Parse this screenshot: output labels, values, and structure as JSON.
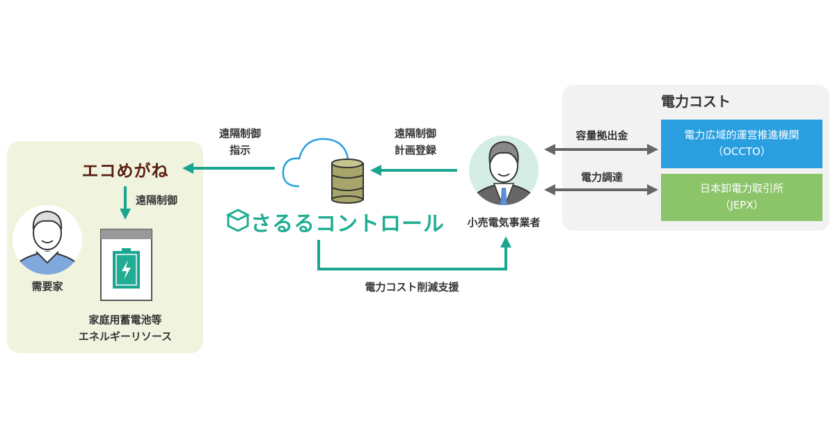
{
  "colors": {
    "teal": "#1aa58f",
    "brand": "#5a1e12",
    "occto": "#2a9fe0",
    "jepx": "#8cc46a",
    "panel_left": "#f0f4df",
    "panel_right": "#f2f2f2"
  },
  "left": {
    "brand": "エコめがね",
    "control_label": "遠隔制御",
    "consumer": "需要家",
    "resource_line1": "家庭用蓄電池等",
    "resource_line2": "エネルギーリソース"
  },
  "middle": {
    "instruction_line1": "遠隔制御",
    "instruction_line2": "指示",
    "plan_line1": "遠隔制御",
    "plan_line2": "計画登録",
    "logo": "さるるコントロール",
    "support": "電力コスト削減支援"
  },
  "retailer": {
    "label": "小売電気事業者"
  },
  "right": {
    "title": "電力コスト",
    "capacity_label": "容量拠出金",
    "procurement_label": "電力調達",
    "occto_line1": "電力広域的運営推進機関",
    "occto_line2": "（OCCTO）",
    "jepx_line1": "日本卸電力取引所",
    "jepx_line2": "（JEPX）"
  }
}
